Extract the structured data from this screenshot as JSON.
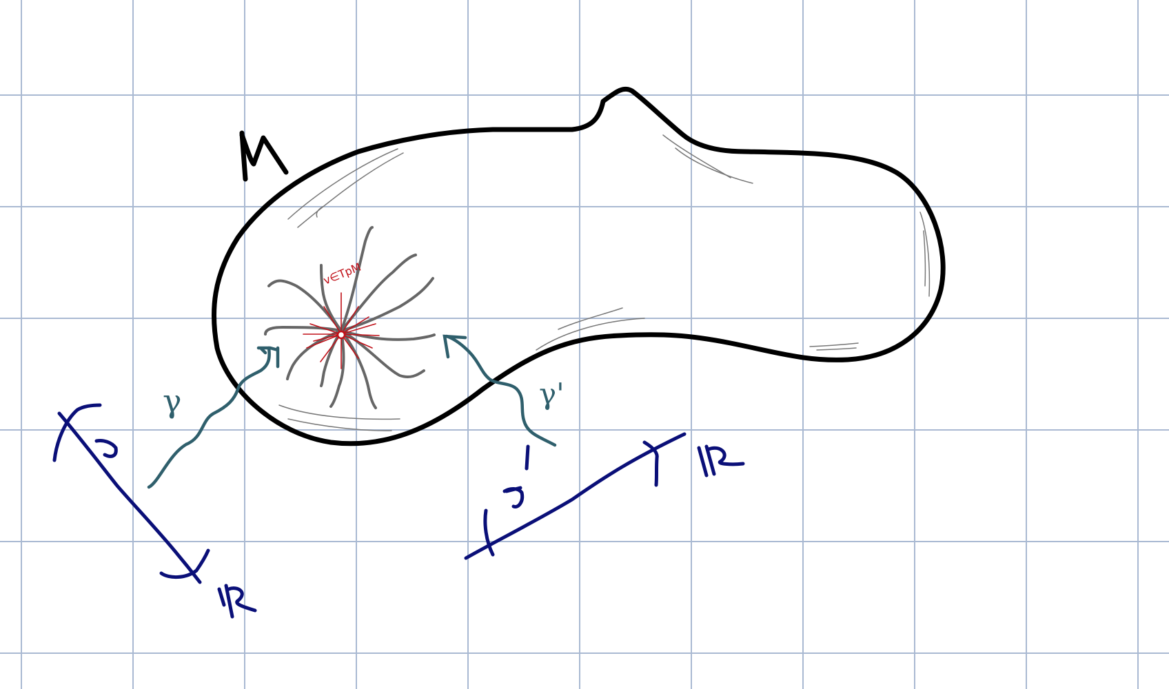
{
  "labels": {
    "manifold": "M",
    "point": "v∈TpM",
    "curve1": "γ",
    "curve2": "γ'",
    "interval1": "J",
    "interval2": "J'",
    "reals1": "ℝ",
    "reals2": "ℝ"
  },
  "colors": {
    "grid": "#a9b9d2",
    "outline": "#000000",
    "curve": "#2f5f6c",
    "axis": "#0a0f78",
    "vectors": "#666666",
    "point": "#c01018"
  }
}
